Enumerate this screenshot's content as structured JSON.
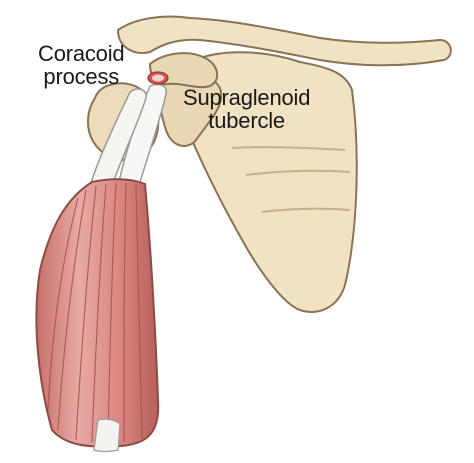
{
  "labels": {
    "coracoid_process": [
      "Coracoid",
      "process"
    ],
    "supraglenoid_tubercle": [
      "Supraglenoid",
      "tubercle"
    ]
  },
  "colors": {
    "bone_fill": "#f1e2c3",
    "bone_stroke": "#8a7355",
    "bone_shadow": "#e3cfa8",
    "tendon": "#f7f7f5",
    "tendon_stroke": "#9a9a9a",
    "muscle_light": "#e8a4a0",
    "muscle_mid": "#d8827d",
    "muscle_dark": "#b85f5a",
    "attachment_mark": "#d9534f",
    "text": "#1a1a1a"
  }
}
